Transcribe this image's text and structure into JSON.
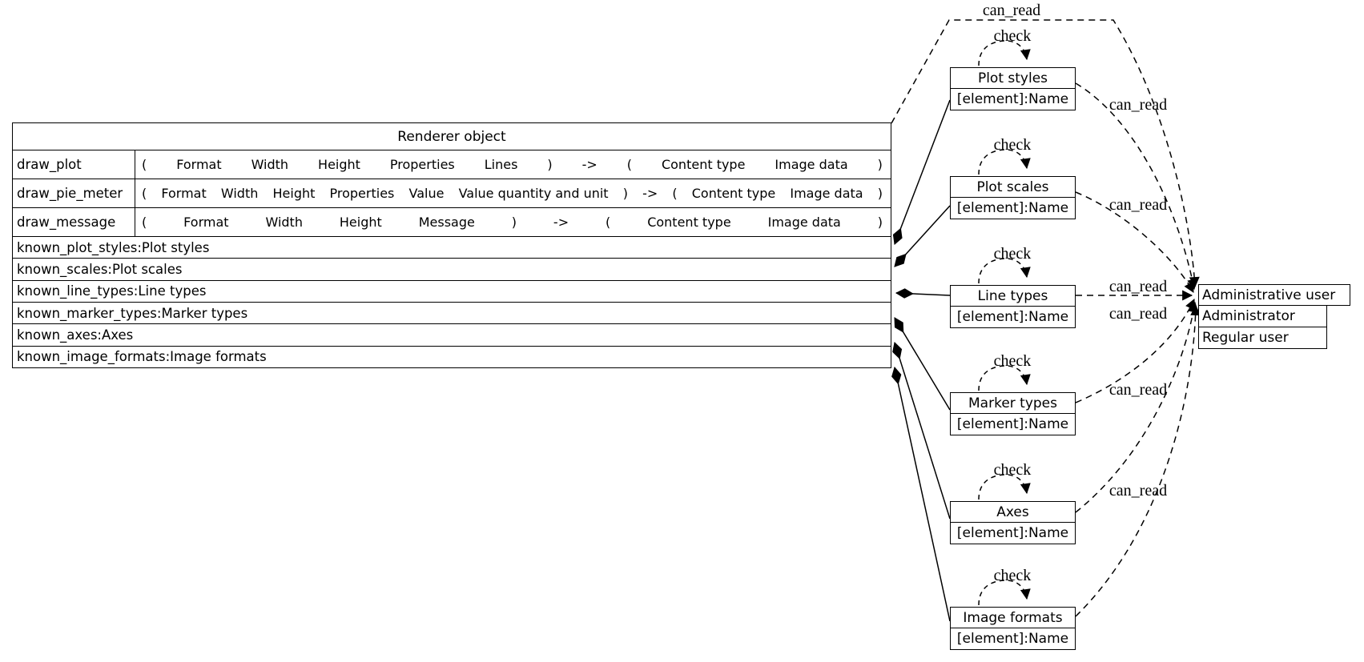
{
  "renderer": {
    "title": "Renderer object",
    "methods": [
      {
        "name": "draw_plot",
        "tokens": [
          "(",
          "Format",
          "Width",
          "Height",
          "Properties",
          "Lines",
          ")",
          "->",
          "(",
          "Content type",
          "Image data",
          ")"
        ]
      },
      {
        "name": "draw_pie_meter",
        "tokens": [
          "(",
          "Format",
          "Width",
          "Height",
          "Properties",
          "Value",
          "Value quantity and unit",
          ")",
          "->",
          "(",
          "Content type",
          "Image data",
          ")"
        ]
      },
      {
        "name": "draw_message",
        "tokens": [
          "(",
          "Format",
          "Width",
          "Height",
          "Message",
          ")",
          "->",
          "(",
          "Content type",
          "Image data",
          ")"
        ]
      }
    ],
    "attributes": [
      "known_plot_styles:Plot styles",
      "known_scales:Plot scales",
      "known_line_types:Line types",
      "known_marker_types:Marker types",
      "known_axes:Axes",
      "known_image_formats:Image formats"
    ]
  },
  "elements": [
    {
      "title": "Plot styles",
      "field": "[element]:Name"
    },
    {
      "title": "Plot scales",
      "field": "[element]:Name"
    },
    {
      "title": "Line types",
      "field": "[element]:Name"
    },
    {
      "title": "Marker types",
      "field": "[element]:Name"
    },
    {
      "title": "Axes",
      "field": "[element]:Name"
    },
    {
      "title": "Image formats",
      "field": "[element]:Name"
    }
  ],
  "users": {
    "header": "Administrative user",
    "rows": [
      "Administrator",
      "Regular user"
    ]
  },
  "edge_labels": {
    "can_read": "can_read",
    "check": "check"
  },
  "colors": {
    "line": "#000000",
    "background": "#ffffff",
    "text": "#000000"
  }
}
